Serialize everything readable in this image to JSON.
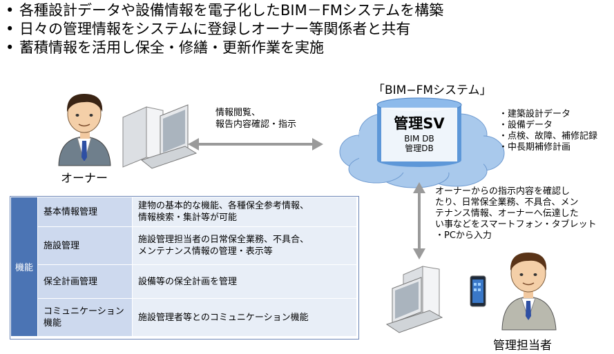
{
  "bullets": [
    "各種設計データや設備情報を電子化したBIM－FMシステムを構築",
    "日々の管理情報をシステムに登録しオーナー等関係者と共有",
    "蓄積情報を活用し保全・修繕・更新作業を実施"
  ],
  "bullet_mark": "•",
  "system": {
    "title": "「BIM−FMシステム」",
    "server": "管理SV",
    "db1": "BIM DB",
    "db2": "管理DB",
    "side_items": [
      "・建築設計データ",
      "・設備データ",
      "・点検、故障、補修記録",
      "・中長期補修計画"
    ]
  },
  "owner": {
    "label": "オーナー",
    "arrow_text_1": "情報閲覧、",
    "arrow_text_2": "報告内容確認・指示"
  },
  "manager": {
    "label": "管理担当者",
    "note": [
      "オーナーからの指示内容を確認し",
      "たり、日常保全業務、不具合、メン",
      "テナンス情報、オーナーへ伝達した",
      "い事などをスマートフォン・タブレット",
      "・PCから入力"
    ]
  },
  "functions": {
    "header": "機能",
    "rows": [
      {
        "name": [
          "基本情報管理"
        ],
        "desc": [
          "建物の基本的な機能、各種保全参考情報、",
          "情報検索・集計等が可能"
        ]
      },
      {
        "name": [
          "施設管理"
        ],
        "desc": [
          "施設管理担当者の日常保全業務、不具合、",
          "メンテナンス情報の管理・表示等"
        ]
      },
      {
        "name": [
          "保全計画管理"
        ],
        "desc": [
          "設備等の保全計画を管理"
        ]
      },
      {
        "name": [
          "コミュニケーション",
          "機能"
        ],
        "desc": [
          "施設管理者等とのコミュニケーション機能"
        ]
      }
    ]
  },
  "colors": {
    "cloud": "#a9c9ec",
    "cylinder": "#5d97d8",
    "func_header": "#4b74b4",
    "name_cell": "#cdd9ee",
    "desc_cell": "#e8eef7",
    "arrow": "#9a9a9a"
  }
}
